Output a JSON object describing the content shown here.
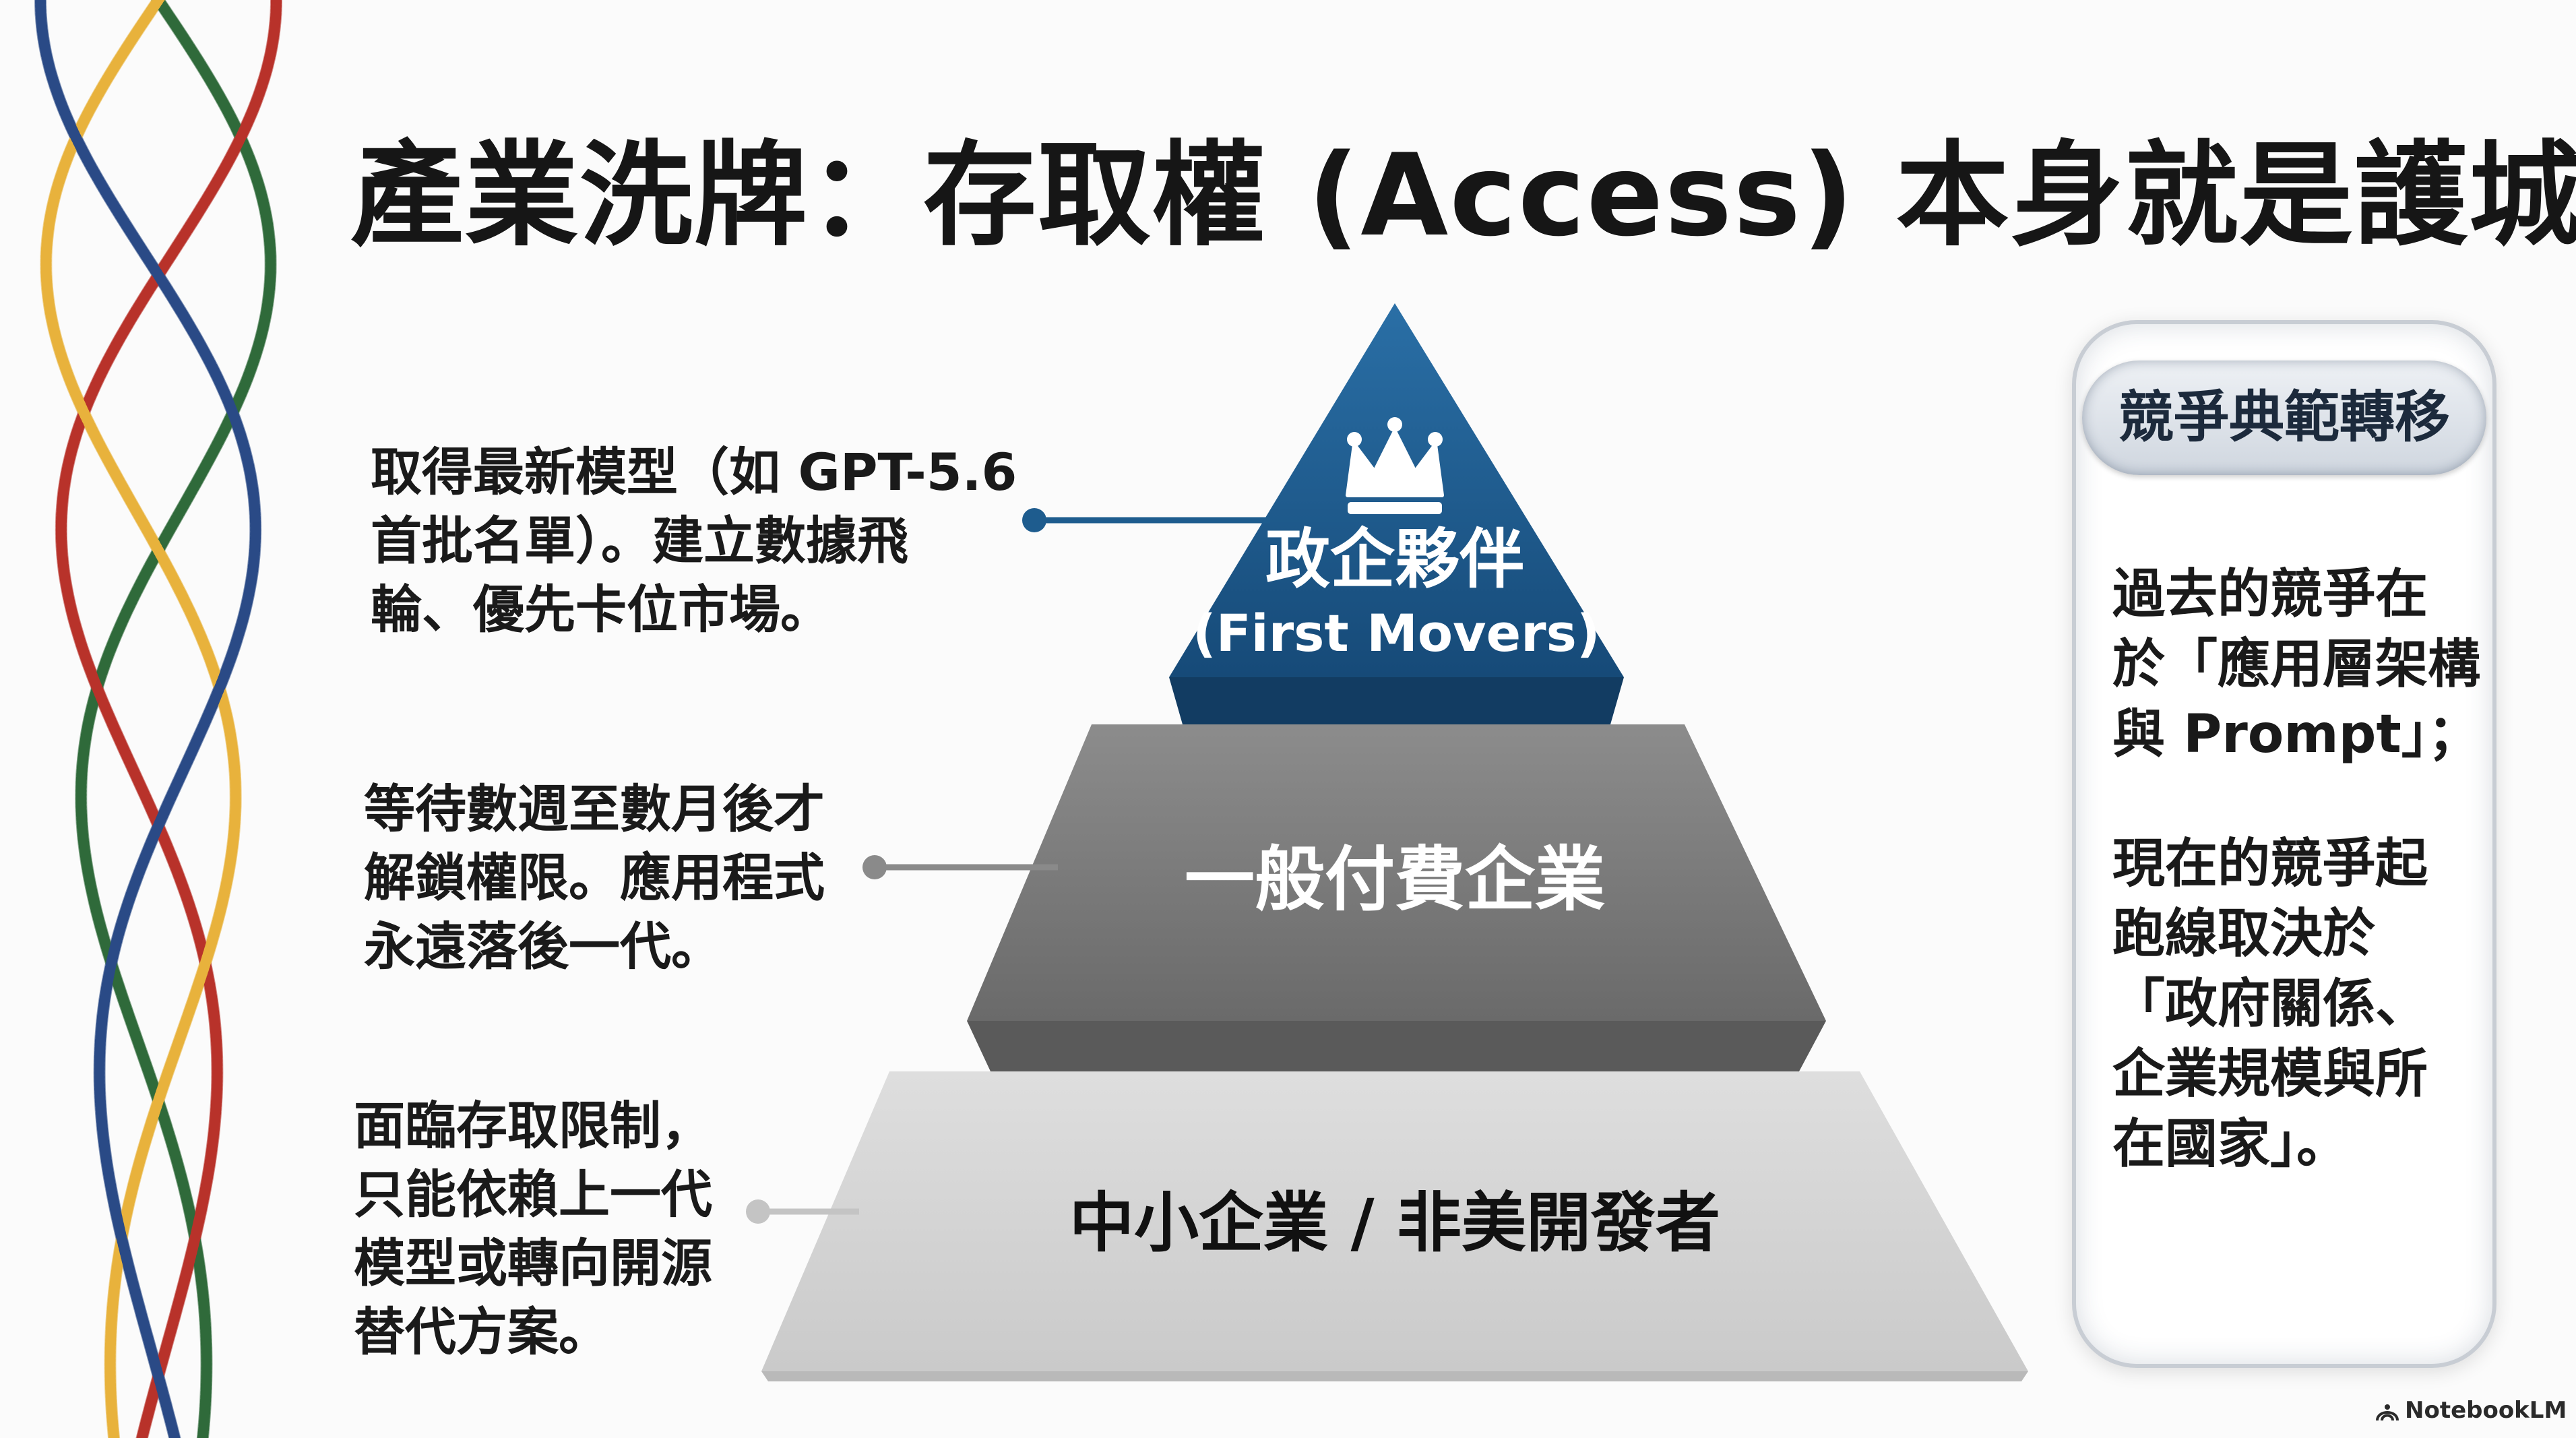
{
  "title": "產業洗牌：存取權 (Access) 本身就是護城河",
  "pyramid": {
    "top": {
      "title": "政企夥伴",
      "subtitle": "(First Movers)",
      "color": "#1e5c8e",
      "icon": "crown-icon"
    },
    "middle": {
      "title": "一般付費企業",
      "color": "#7a7a7a"
    },
    "bottom": {
      "title": "中小企業 / 非美開發者",
      "color": "#d6d6d6"
    }
  },
  "descriptions": {
    "top": [
      "取得最新模型（如 GPT-5.6",
      "首批名單）。建立數據飛",
      "輪、優先卡位市場。"
    ],
    "middle": [
      "等待數週至數月後才",
      "解鎖權限。應用程式",
      "永遠落後一代。"
    ],
    "bottom": [
      "面臨存取限制，",
      "只能依賴上一代",
      "模型或轉向開源",
      "替代方案。"
    ]
  },
  "panel": {
    "badge": "競爭典範轉移",
    "past": [
      "過去的競爭在",
      "於「應用層架構",
      "與 Prompt」；"
    ],
    "now": [
      "現在的競爭起",
      "跑線取決於",
      "「政府關係、",
      "企業規模與所",
      "在國家」。"
    ]
  },
  "watermark": "NotebookLM",
  "rope_colors": [
    "#2f6a3a",
    "#b8322a",
    "#e8b23c",
    "#2a4a86"
  ]
}
